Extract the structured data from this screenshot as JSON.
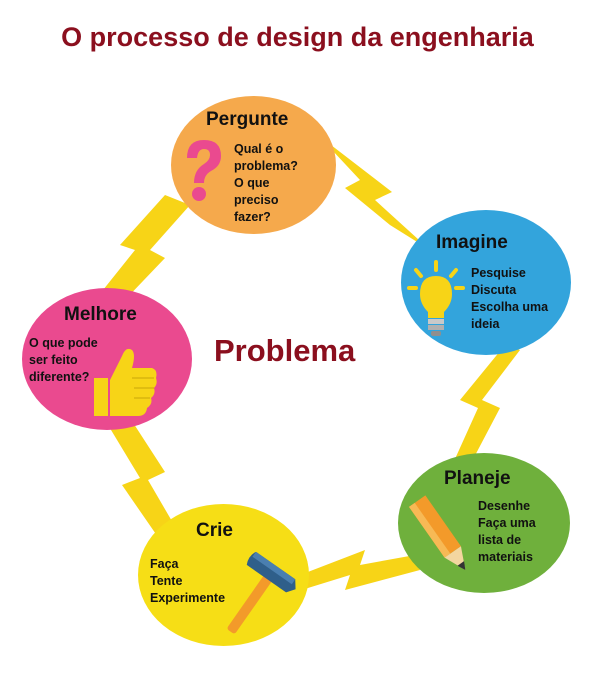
{
  "title": "O processo de design da engenharia",
  "center": "Problema",
  "colors": {
    "title": "#8b0f1e",
    "bolt": "#f7d417",
    "ask": "#f5a94c",
    "imagine": "#33a4dc",
    "plan": "#6fb03c",
    "create": "#f6de16",
    "improve": "#ea4a8f"
  },
  "steps": {
    "ask": {
      "heading": "Pergunte",
      "icon": "question-mark-icon",
      "lines": [
        "Qual é o",
        "problema?",
        "O que",
        "preciso",
        "fazer?"
      ]
    },
    "imagine": {
      "heading": "Imagine",
      "icon": "light-bulb-icon",
      "lines": [
        "Pesquise",
        "Discuta",
        "Escolha uma",
        "ideia"
      ]
    },
    "plan": {
      "heading": "Planeje",
      "icon": "pencil-icon",
      "lines": [
        "Desenhe",
        "Faça uma",
        "lista de",
        "materiais"
      ]
    },
    "create": {
      "heading": "Crie",
      "icon": "hammer-icon",
      "lines": [
        "Faça",
        "Tente",
        "Experimente"
      ]
    },
    "improve": {
      "heading": "Melhore",
      "icon": "thumbs-up-icon",
      "lines": [
        "O que pode",
        "ser feito",
        "diferente?"
      ]
    }
  }
}
